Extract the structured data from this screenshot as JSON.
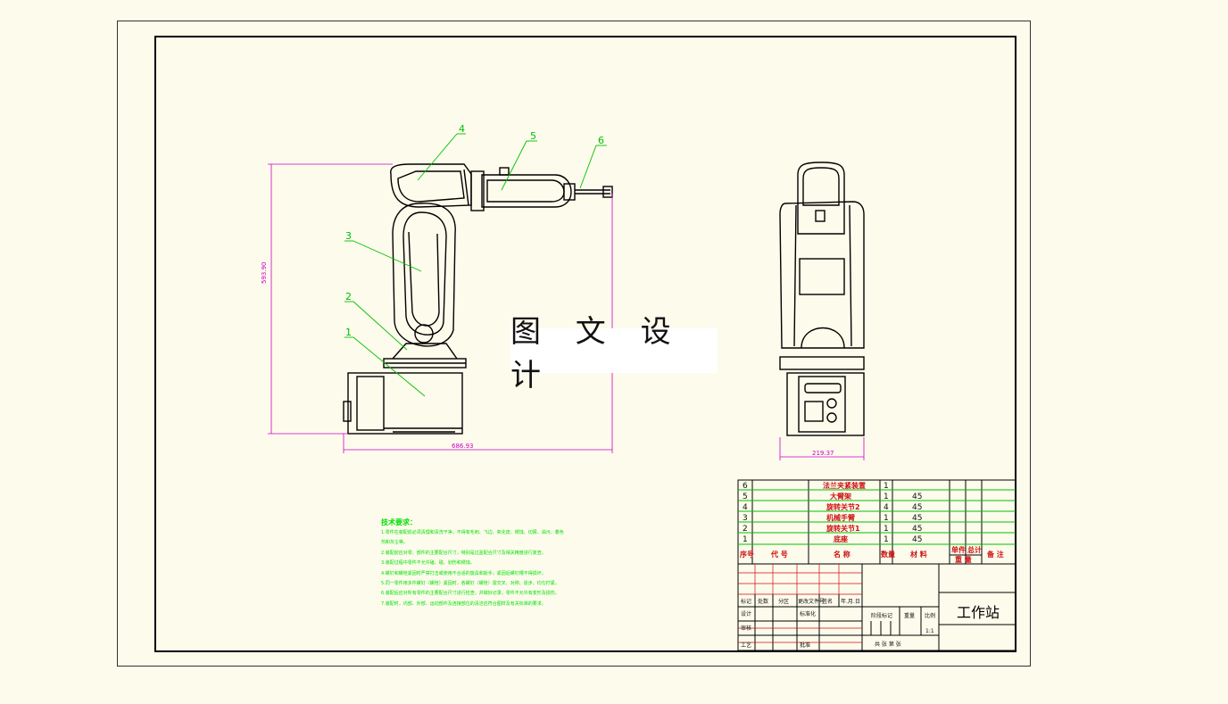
{
  "watermark": "图 文 设 计",
  "title_block": {
    "name": "工作站",
    "scale": "1:1"
  },
  "dimensions": {
    "height": "593.90",
    "width_side": "686.93",
    "width_front": "219.37"
  },
  "balloons": [
    "1",
    "2",
    "3",
    "4",
    "5",
    "6"
  ],
  "bom": {
    "rows": [
      {
        "no": "6",
        "name": "法兰夹紧装置",
        "qty": "1",
        "material": ""
      },
      {
        "no": "5",
        "name": "大臂架",
        "qty": "1",
        "material": "45"
      },
      {
        "no": "4",
        "name": "旋转关节2",
        "qty": "4",
        "material": "45"
      },
      {
        "no": "3",
        "name": "机械手臂",
        "qty": "1",
        "material": "45"
      },
      {
        "no": "2",
        "name": "旋转关节1",
        "qty": "1",
        "material": "45"
      },
      {
        "no": "1",
        "name": "底座",
        "qty": "1",
        "material": "45"
      }
    ],
    "headers": {
      "no": "序号",
      "code": "代  号",
      "name": "名  称",
      "qty": "数量",
      "material": "材  料",
      "unit_weight": "单件",
      "total_weight": "总计",
      "weight": "重  量",
      "remark": "备  注"
    }
  },
  "title_block_labels": {
    "mark": "标记",
    "count": "处数",
    "zone": "分区",
    "change_doc": "更改文件号",
    "sign": "签名",
    "date": "年.月.日",
    "design": "设计",
    "standardize": "标准化",
    "stage_mark": "阶段标记",
    "weight": "重量",
    "scale_label": "比例",
    "review": "审核",
    "process": "工艺",
    "approve": "批准",
    "sheets": "共  张  第  张"
  },
  "tech_notes": {
    "title": "技术要求：",
    "lines": [
      "1.零件在装配前必须清理和清洗干净，不得有毛刺、飞边、氧化皮、锈蚀、切屑、油污、着色",
      "剂和灰尘等。",
      "2.装配前应对零、部件的主要配合尺寸，特别是过盈配合尺寸及相关精度进行复查。",
      "3.装配过程中零件不允许磕、碰、划伤和锈蚀。",
      "4.螺钉和螺栓紧固时严禁打击或使用不合适的旋具和扳手，紧固后螺钉槽不得损坏。",
      "5.同一零件用多件螺钉（螺栓）紧固时，各螺钉（螺栓）需交叉、对称、逐步、均匀拧紧。",
      "6.装配后应对所有零件的主要配合尺寸进行检查，并做好记录，零件不允许有变形及损伤。",
      "7.装配时，内部、外部、运动部件及连接部位的清洁应符合图样及有关标准的要求。"
    ]
  },
  "colors": {
    "background": "#fdfbec",
    "dimension": "#cc00cc",
    "leader": "#00c000",
    "bom_text": "#cc1111",
    "outline": "#000000"
  }
}
